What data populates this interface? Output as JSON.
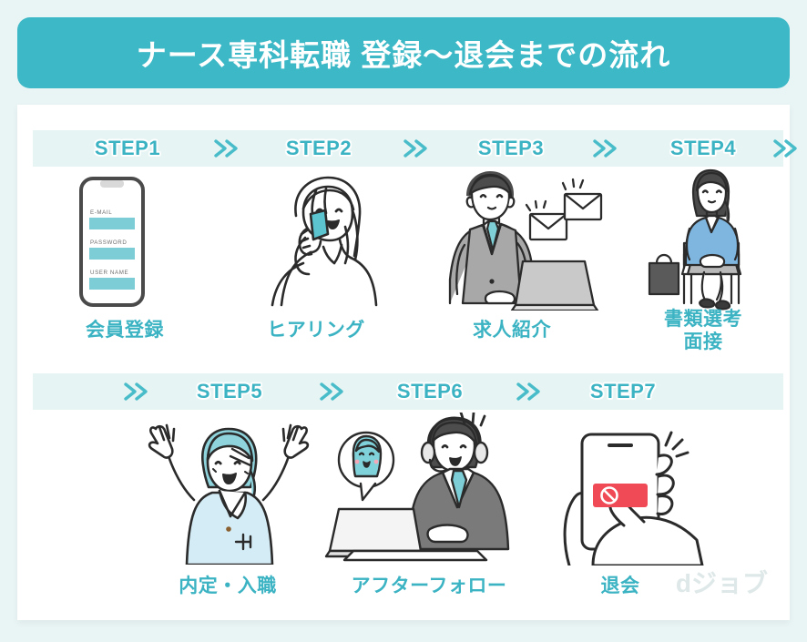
{
  "page": {
    "background_color": "#e9f4f4",
    "card_color": "#ffffff"
  },
  "header": {
    "title": "ナース専科転職 登録〜退会までの流れ",
    "background_color": "#3cb8c6",
    "text_color": "#ffffff"
  },
  "theme": {
    "accent": "#3bb3c3",
    "band": "#e6f4f3",
    "teal_fill": "#7ccdd6",
    "red": "#ef4a55",
    "suit_gray": "#8c8c8c",
    "scrub_blue": "#cfe8f2"
  },
  "steps_row1": [
    {
      "step": "STEP1",
      "caption": "会員登録",
      "icon": "smartphone-signup-icon"
    },
    {
      "step": "STEP2",
      "caption": "ヒアリング",
      "icon": "woman-on-phone-icon"
    },
    {
      "step": "STEP3",
      "caption": "求人紹介",
      "icon": "man-laptop-mail-icon"
    },
    {
      "step": "STEP4",
      "caption": "書類選考\n面接",
      "icon": "woman-interview-seated-icon"
    }
  ],
  "steps_row2": [
    {
      "step": "STEP5",
      "caption": "内定・入職",
      "icon": "nurse-celebrating-icon"
    },
    {
      "step": "STEP6",
      "caption": "アフターフォロー",
      "icon": "support-agent-headset-icon"
    },
    {
      "step": "STEP7",
      "caption": "退会",
      "icon": "hand-phone-cancel-icon"
    }
  ],
  "phone_form": {
    "field1_label": "E-MAIL",
    "field2_label": "PASSWORD",
    "field3_label": "USER NAME"
  },
  "arrows": {
    "glyph": "chevron-double-right-icon",
    "count_row1": 4,
    "count_row2": 3
  },
  "logo": {
    "text": "dジョブ",
    "color": "#dfe8e8"
  }
}
